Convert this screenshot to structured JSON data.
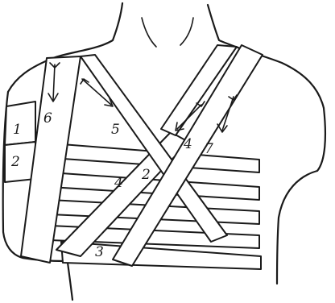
{
  "figure": {
    "band_numbers": {
      "n1": "1",
      "n2_left": "2",
      "n6": "6",
      "n5": "5",
      "n4_right": "4",
      "n7": "7",
      "n4_center": "4",
      "n2_center": "2",
      "n3": "3"
    }
  }
}
